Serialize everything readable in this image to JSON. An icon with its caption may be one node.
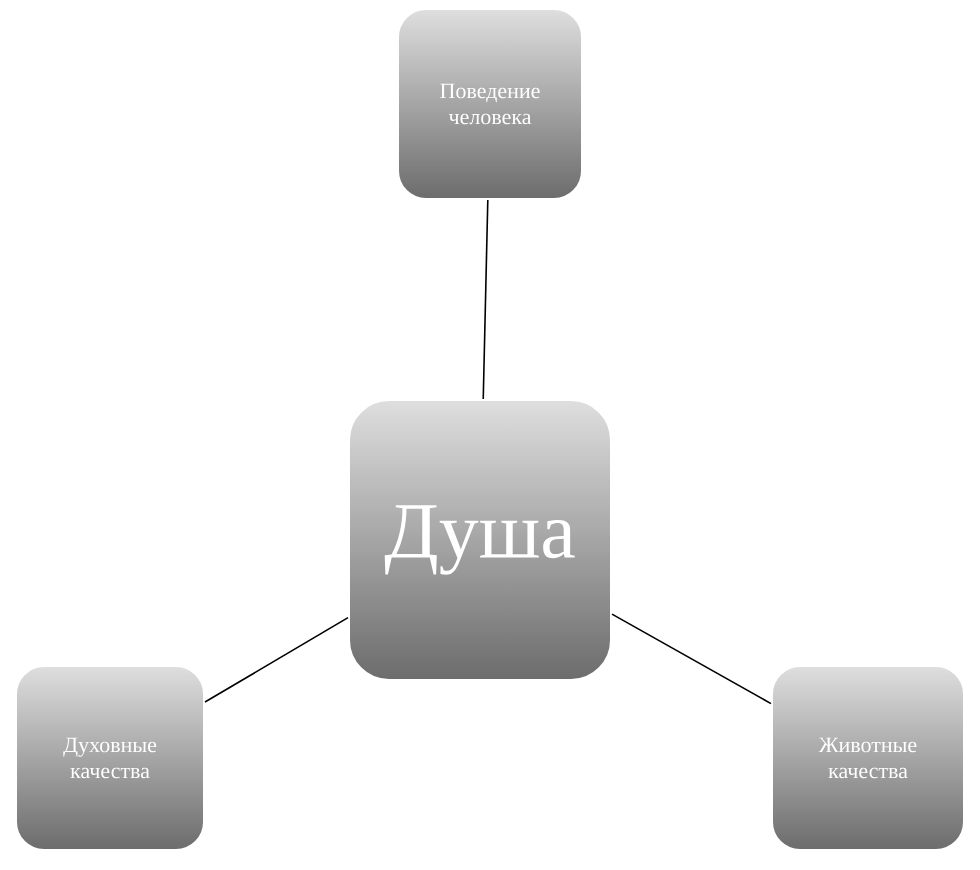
{
  "diagram": {
    "nodes": [
      {
        "text": [
          "Поведение человека"
        ]
      },
      {
        "text": [
          "Душа"
        ]
      },
      {
        "text": [
          "Духовные качества"
        ]
      },
      {
        "text": [
          "Животные качества"
        ]
      }
    ],
    "edges": [
      {
        "from": 1,
        "to": 0,
        "arrow": "none"
      },
      {
        "from": 1,
        "to": 2,
        "arrow": "none"
      },
      {
        "from": 1,
        "to": 3,
        "arrow": "none"
      }
    ]
  }
}
